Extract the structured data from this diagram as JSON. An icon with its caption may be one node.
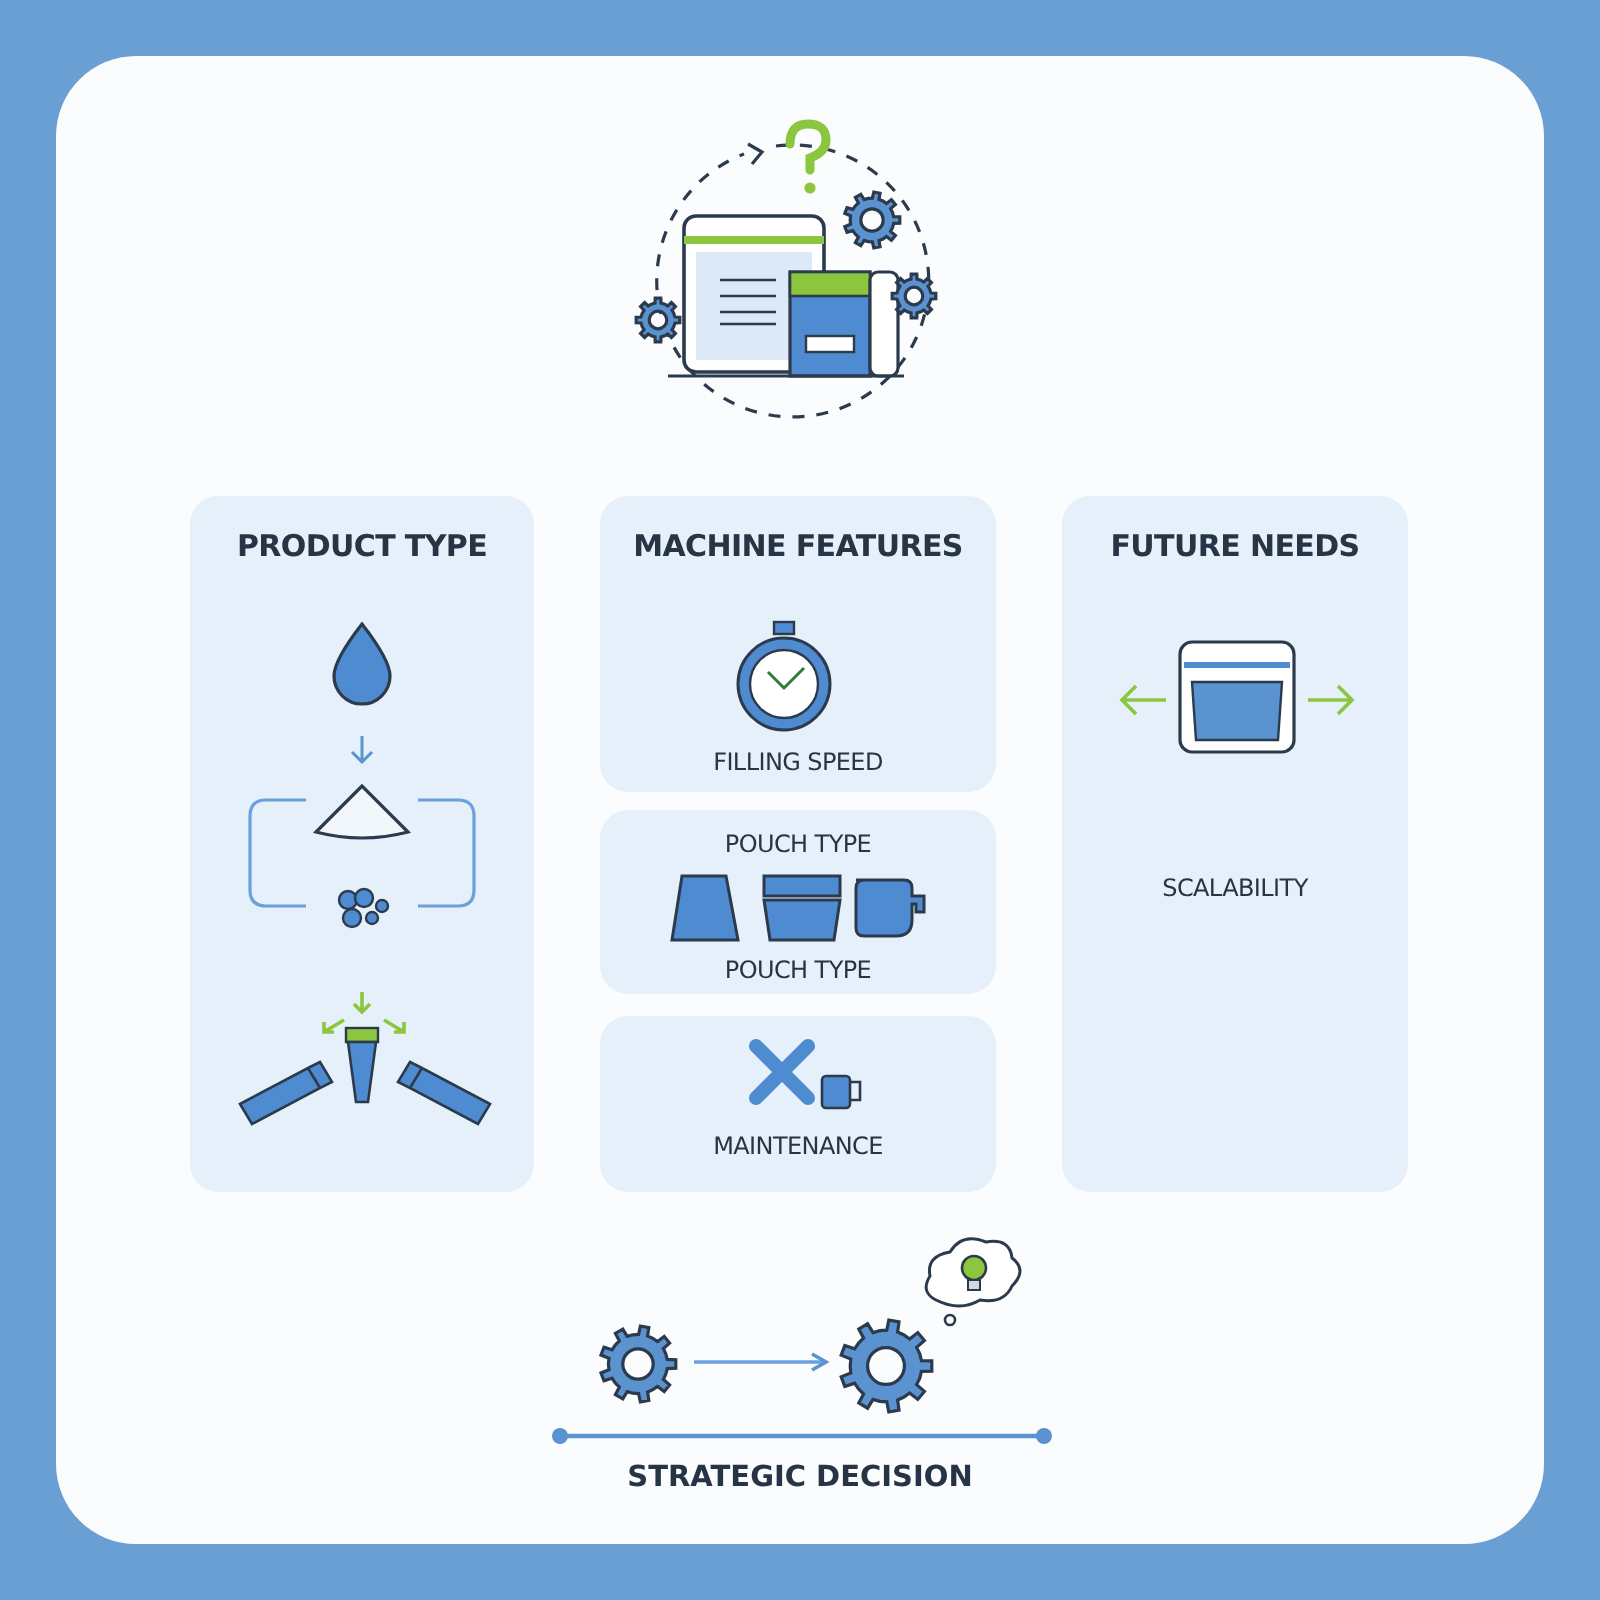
{
  "diagram": {
    "nodes": [
      {
        "text": [
          "PRODUCT TYPE"
        ]
      },
      {
        "text": [
          "MACHINE FEATURES",
          "FILLING SPEED"
        ]
      },
      {
        "text": [
          "POUCH TYPE",
          "POUCH TYPE"
        ]
      },
      {
        "text": [
          "MAINTENANCE"
        ]
      },
      {
        "text": [
          "FUTURE NEEDS",
          "SCALABILITY"
        ]
      },
      {
        "text": [],
        "shape": "picture"
      },
      {
        "text": [],
        "shape": "picture"
      }
    ],
    "edges": [
      {
        "from": 5,
        "to": 6,
        "arrow": "to"
      }
    ],
    "labels": [
      "STRATEGIC DECISION"
    ]
  }
}
